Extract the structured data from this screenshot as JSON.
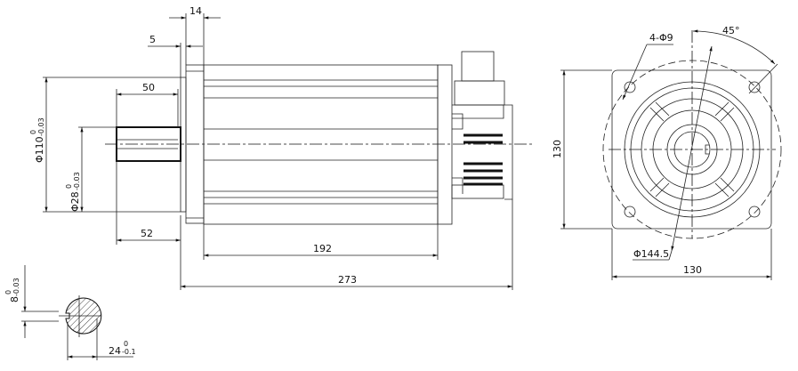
{
  "title": "Servo motor outline drawing",
  "dims": {
    "flange_thickness": "14",
    "pilot_depth": "5",
    "shaft_length": "50",
    "flange_pilot_dia": "Φ110",
    "flange_pilot_tol_upper": "0",
    "flange_pilot_tol_lower": "-0.03",
    "shaft_dia": "Φ28",
    "shaft_dia_tol_upper": "0",
    "shaft_dia_tol_lower": "-0.03",
    "shaft_to_flange": "52",
    "body_length": "192",
    "total_length": "273",
    "flange_height": "130",
    "flange_width": "130",
    "bolt_holes": "4-Φ9",
    "bolt_circle": "Φ144.5",
    "angle": "45°",
    "key_width": "8",
    "key_width_tol_upper": "0",
    "key_width_tol_lower": "-0.03",
    "key_depth": "24",
    "key_depth_tol_upper": "0",
    "key_depth_tol_lower": "-0.1"
  }
}
